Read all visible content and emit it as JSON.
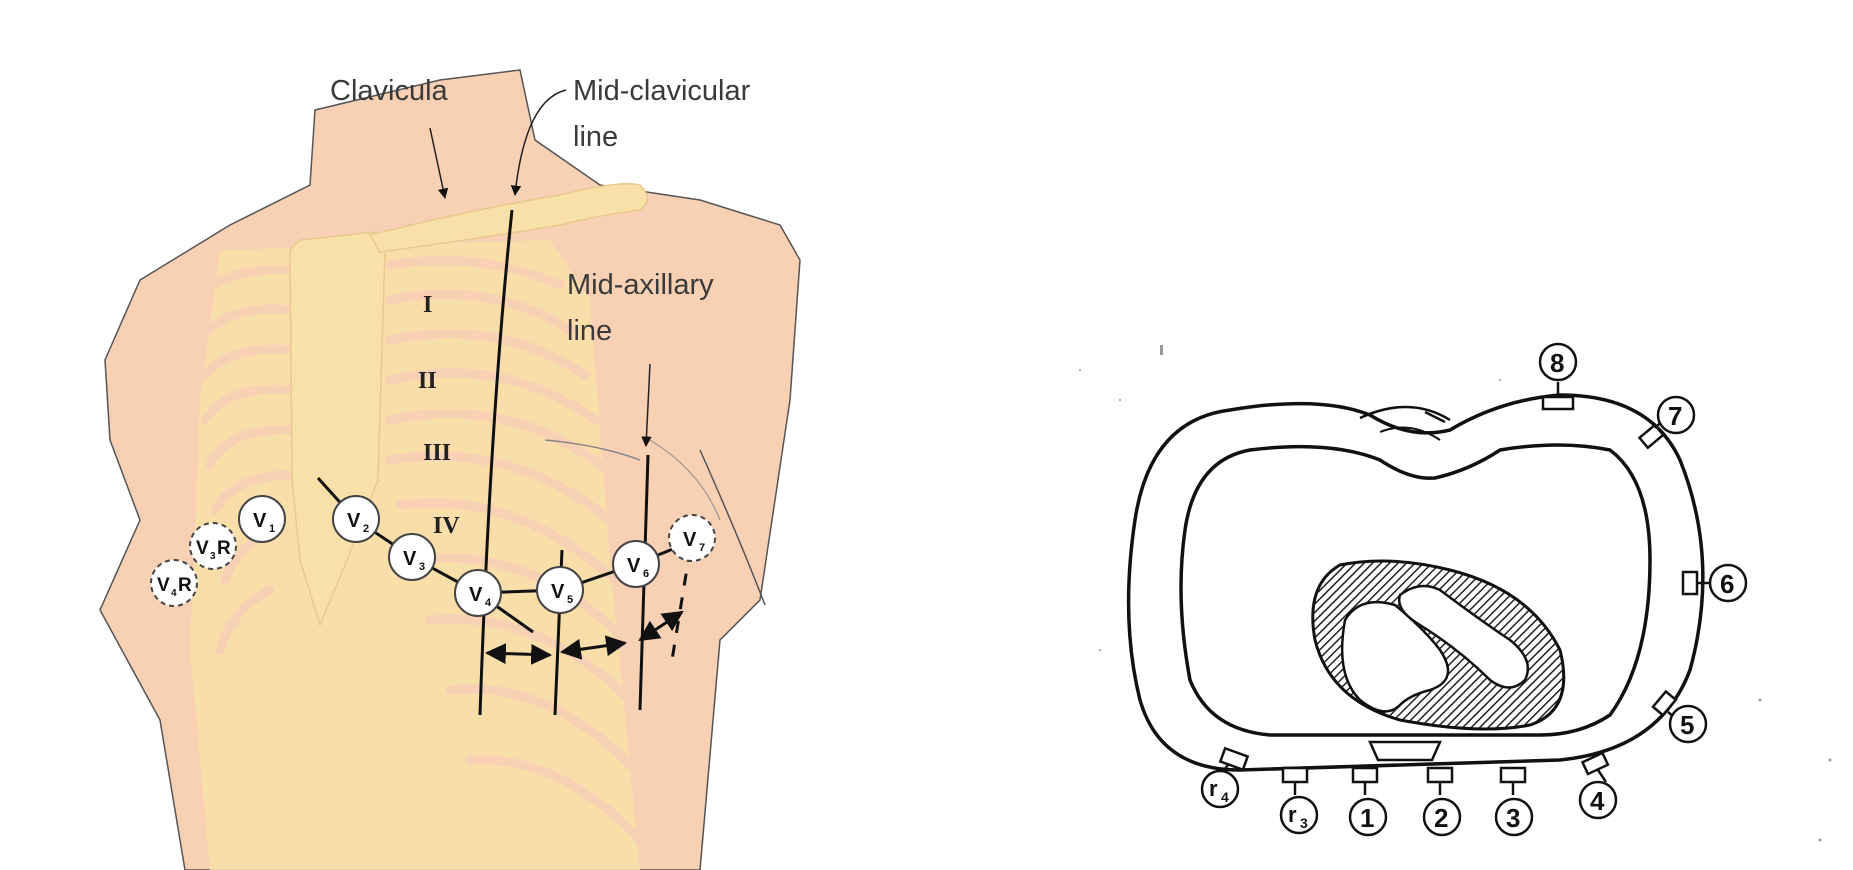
{
  "left_figure": {
    "labels": {
      "clavicula": "Clavicula",
      "mid_clavicular_1": "Mid-clavicular",
      "mid_clavicular_2": "line",
      "mid_axillary_1": "Mid-axillary",
      "mid_axillary_2": "line"
    },
    "intercostal_spaces": [
      "I",
      "II",
      "III",
      "IV"
    ],
    "electrodes": [
      {
        "name": "electrode-v1",
        "main": "V",
        "sub": "1",
        "style": "solid"
      },
      {
        "name": "electrode-v2",
        "main": "V",
        "sub": "2",
        "style": "solid"
      },
      {
        "name": "electrode-v3",
        "main": "V",
        "sub": "3",
        "style": "solid"
      },
      {
        "name": "electrode-v4",
        "main": "V",
        "sub": "4",
        "style": "solid"
      },
      {
        "name": "electrode-v5",
        "main": "V",
        "sub": "5",
        "style": "solid"
      },
      {
        "name": "electrode-v6",
        "main": "V",
        "sub": "6",
        "style": "solid"
      },
      {
        "name": "electrode-v7",
        "main": "V",
        "sub": "7",
        "style": "dashed"
      },
      {
        "name": "electrode-v3r",
        "main": "V",
        "sub": "3",
        "suffix": "R",
        "style": "dashed"
      },
      {
        "name": "electrode-v4r",
        "main": "V",
        "sub": "4",
        "suffix": "R",
        "style": "dashed"
      }
    ],
    "colors": {
      "skin": "#f8d0b4",
      "bone": "#f9e0a8",
      "outline": "#555555"
    }
  },
  "right_figure": {
    "electrode_numbers": [
      "1",
      "2",
      "3",
      "4",
      "5",
      "6",
      "7",
      "8"
    ],
    "right_side_numbers": [
      {
        "main": "r",
        "sub": "3"
      },
      {
        "main": "r",
        "sub": "4"
      }
    ]
  }
}
